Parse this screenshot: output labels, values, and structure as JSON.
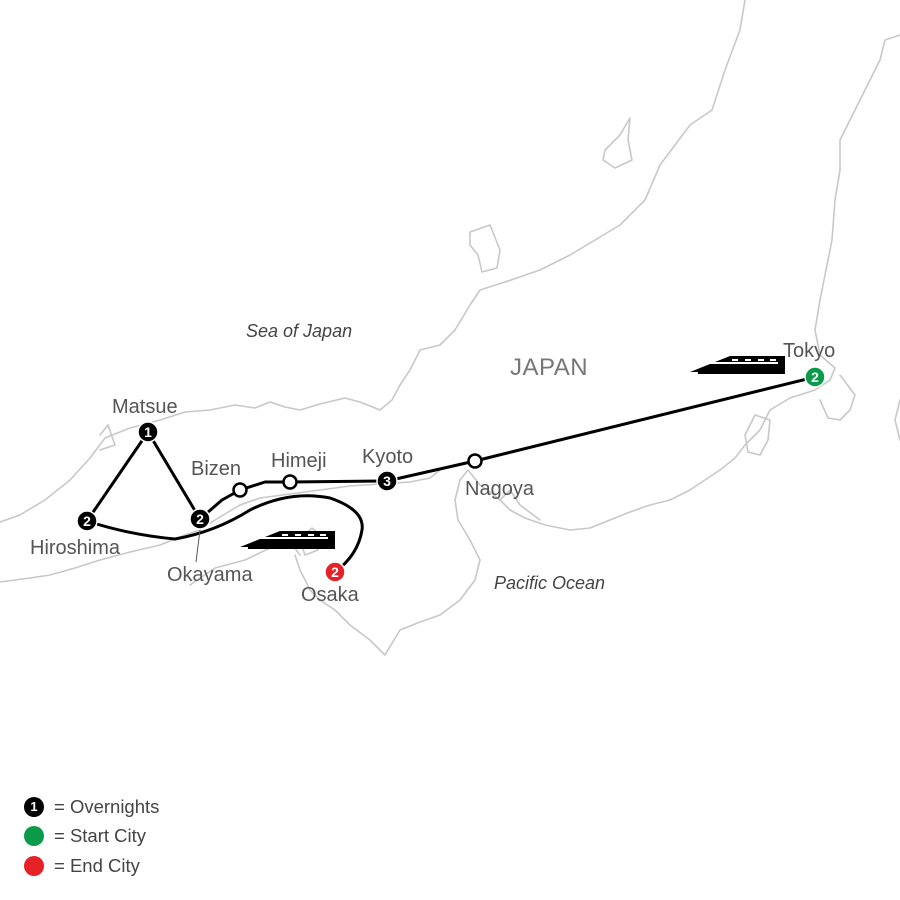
{
  "map": {
    "region_label": "JAPAN",
    "seas": {
      "north": "Sea of Japan",
      "south": "Pacific Ocean"
    },
    "cities": {
      "tokyo": "Tokyo",
      "nagoya": "Nagoya",
      "kyoto": "Kyoto",
      "himeji": "Himeji",
      "bizen": "Bizen",
      "matsue": "Matsue",
      "okayama": "Okayama",
      "hiroshima": "Hiroshima",
      "osaka": "Osaka"
    },
    "overnights": {
      "tokyo": "2",
      "kyoto": "3",
      "matsue": "1",
      "okayama": "2",
      "hiroshima": "2",
      "osaka": "2"
    },
    "colors": {
      "start": "#0a9a4a",
      "end": "#e52227",
      "overnight": "#000000",
      "coast": "#c8c8c8"
    },
    "icons": [
      "bullet-train-icon",
      "bullet-train-icon"
    ]
  },
  "legend": {
    "overnights": {
      "symbol": "1",
      "label": "= Overnights"
    },
    "start": {
      "label": "= Start City"
    },
    "end": {
      "label": "= End City"
    }
  }
}
